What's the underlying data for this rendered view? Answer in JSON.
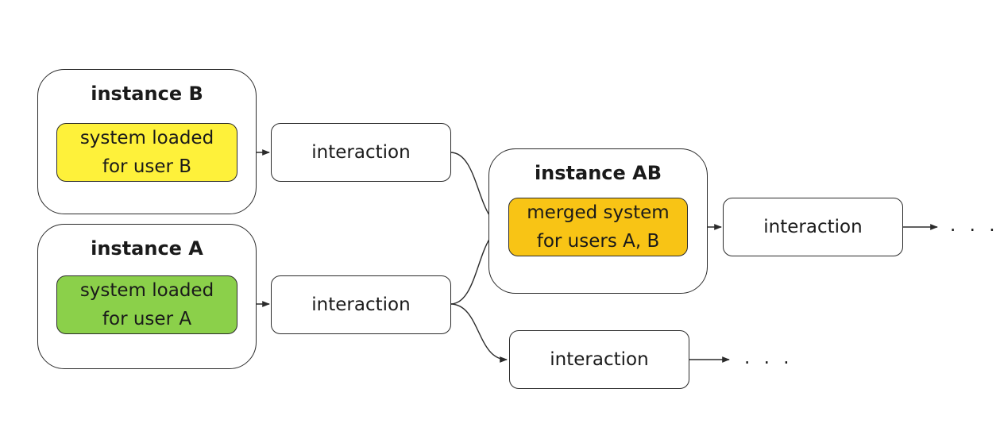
{
  "instance_b": {
    "title": "instance B",
    "system_line1": "system loaded",
    "system_line2": "for user B"
  },
  "instance_a": {
    "title": "instance A",
    "system_line1": "system loaded",
    "system_line2": "for user A"
  },
  "instance_ab": {
    "title": "instance AB",
    "system_line1": "merged system",
    "system_line2": "for users A, B"
  },
  "interaction_b": "interaction",
  "interaction_a": "interaction",
  "interaction_ab": "interaction",
  "interaction_a_branch": "interaction",
  "ellipsis_ab": ". . .",
  "ellipsis_branch": ". . .",
  "colors": {
    "user_b": "#fef13a",
    "user_a": "#8bd04a",
    "merged": "#f8c415"
  }
}
